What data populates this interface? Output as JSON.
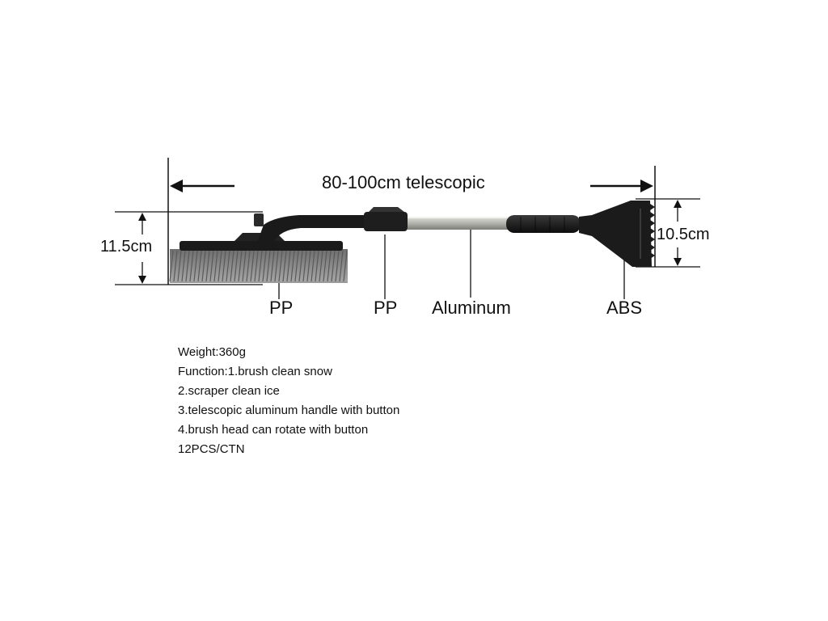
{
  "diagram": {
    "length_label": "80-100cm telescopic",
    "brush_height_label": "11.5cm",
    "scraper_height_label": "10.5cm",
    "materials": {
      "brush_head": "PP",
      "connector": "PP",
      "handle": "Aluminum",
      "scraper": "ABS"
    }
  },
  "specs": [
    "Weight:360g",
    "Function:1.brush clean snow",
    "2.scraper clean ice",
    "3.telescopic aluminum handle with button",
    "4.brush head can rotate with button",
    "12PCS/CTN"
  ],
  "colors": {
    "plastic": "#1a1a1a",
    "bristles": "#8c8c8c",
    "aluminum": "#b9b9b4"
  }
}
